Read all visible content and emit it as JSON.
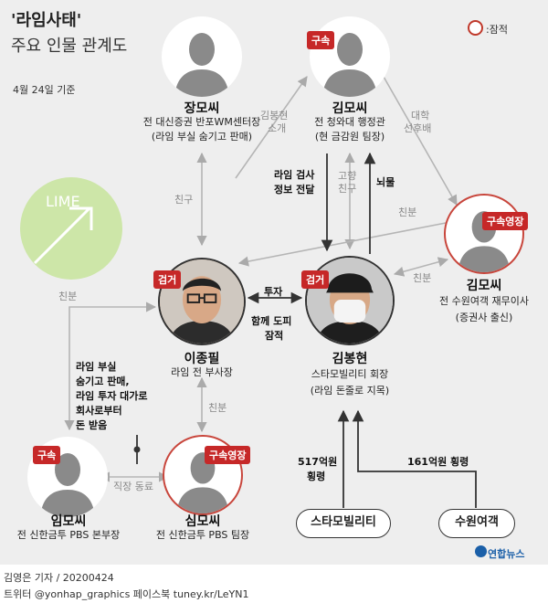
{
  "header": {
    "tag_title": "'라임사태'",
    "subtitle": "주요 인물 관계도",
    "date": "4월 24일 기준",
    "legend_label": ":잠적"
  },
  "logo": {
    "text": "LIME",
    "agency": "연합뉴스"
  },
  "people": {
    "jang": {
      "name": "장모씨",
      "desc1": "전 대신증권 반포WM센터장",
      "desc2": "(라임 부실 숨기고 판매)"
    },
    "kim_bh_official": {
      "badge": "구속",
      "name": "김모씨",
      "desc1": "전 청와대 행정관",
      "desc2": "(현 금감원 팀장)"
    },
    "kim_suwon": {
      "badge": "구속영장",
      "name": "김모씨",
      "desc1": "전 수원여객 재무이사",
      "desc2": "(증권사 출신)"
    },
    "lee": {
      "badge": "검거",
      "name": "이종필",
      "desc1": "라임 전 부사장"
    },
    "kim_bonghyun": {
      "badge": "검거",
      "name": "김봉현",
      "desc1": "스타모빌리티 회장",
      "desc2": "(라임 돈줄로 지목)"
    },
    "lim": {
      "badge": "구속",
      "name": "임모씨",
      "desc1": "전 신한금투 PBS 본부장"
    },
    "sim": {
      "badge": "구속영장",
      "name": "심모씨",
      "desc1": "전 신한금투 PBS 팀장"
    }
  },
  "relations": {
    "jang_kim_intro": [
      "김봉현",
      "소개"
    ],
    "college": [
      "대학",
      "선후배"
    ],
    "friend": "친구",
    "hometown": [
      "고향",
      "친구"
    ],
    "info_leak": [
      "라임 검사",
      "정보 전달"
    ],
    "bribe": "뇌물",
    "close_top": "친분",
    "close_left": "친분",
    "close_right": "친분",
    "close_sim": "친분",
    "invest": "투자",
    "escape": [
      "함께 도피",
      "잠적"
    ],
    "lim_note": [
      "라임 부실",
      "숨기고 판매,",
      "라임 투자 대가로",
      "회사로부터",
      "돈 받음"
    ],
    "colleague": "직장 동료",
    "embezzle_517": [
      "517억원",
      "횡령"
    ],
    "embezzle_161": "161억원 횡령"
  },
  "companies": {
    "star": "스타모빌리티",
    "suwon": "수원여객"
  },
  "footer": {
    "credit": "김영은 기자 / 20200424",
    "social": "트위터 @yonhap_graphics  페이스북 tuney.kr/LeYN1"
  }
}
